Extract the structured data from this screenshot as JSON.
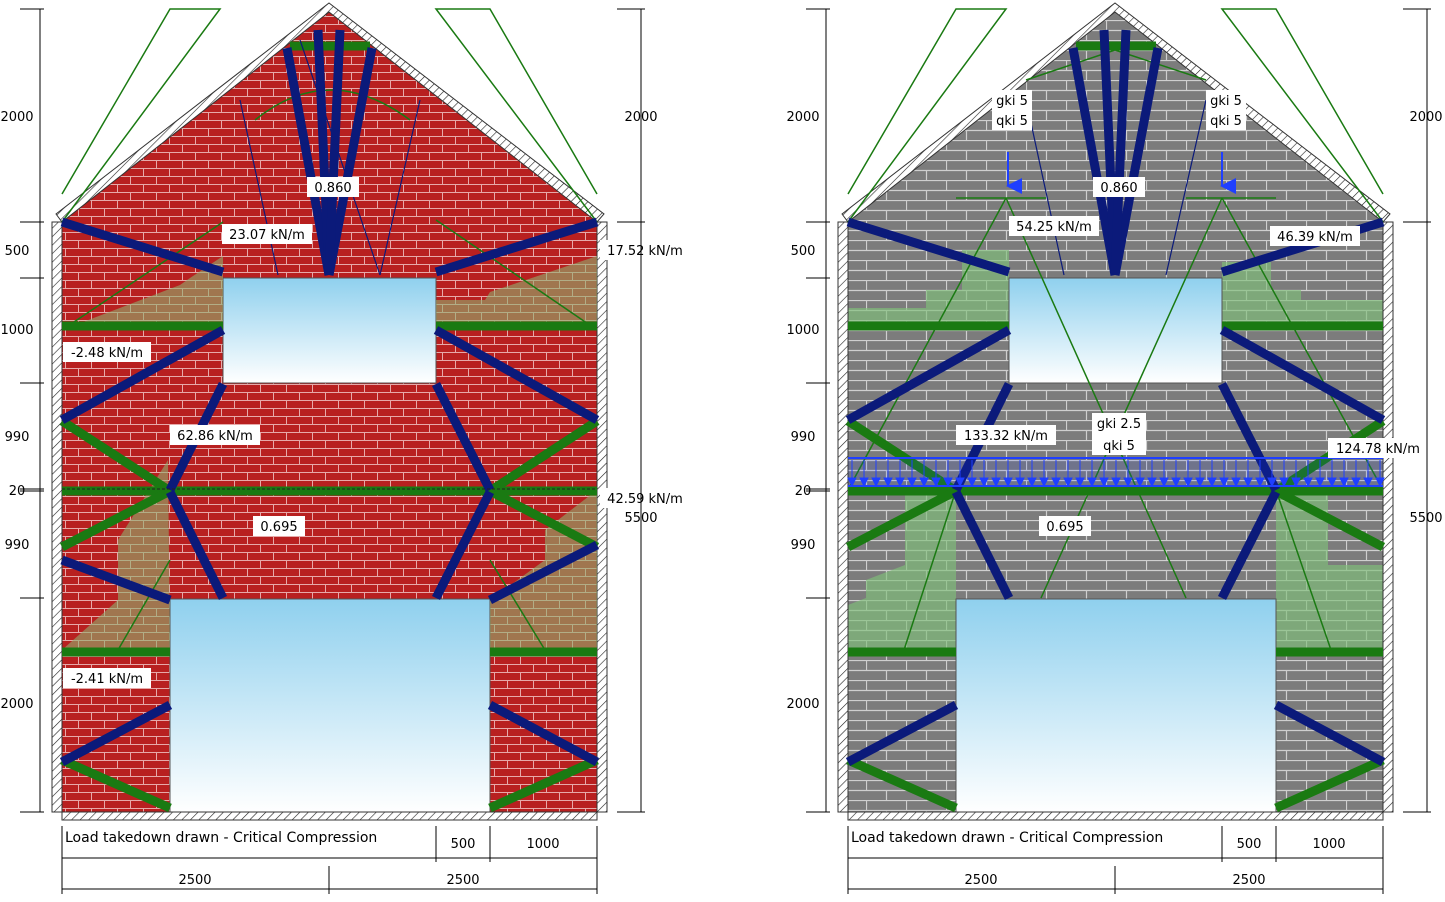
{
  "panels": [
    {
      "id": "left",
      "wall_material": "red-brick",
      "colors": {
        "wall": "#b82020",
        "mortar": "#e7a9a9"
      },
      "caption": "Load takedown drawn - Critical Compression",
      "left_dims": [
        "2000",
        "500",
        "1000",
        "990",
        "20",
        "990",
        "2000"
      ],
      "right_dims": [
        "2000",
        "5500"
      ],
      "bottom_dims_top": [
        "500",
        "1000"
      ],
      "bottom_dims": [
        "2500",
        "2500"
      ],
      "factors": [
        "0.860",
        "0.695"
      ],
      "load_labels": [
        "23.07 kN/m",
        "17.52 kN/m",
        "-2.48 kN/m",
        "62.86 kN/m",
        "42.59 kN/m",
        "-2.41 kN/m"
      ],
      "point_loads": [],
      "line_load": ""
    },
    {
      "id": "right",
      "wall_material": "grey-block",
      "colors": {
        "wall": "#7c7c7c",
        "mortar": "#cfcfcf"
      },
      "caption": "Load takedown drawn - Critical Compression",
      "left_dims": [
        "2000",
        "500",
        "1000",
        "990",
        "20",
        "990",
        "2000"
      ],
      "right_dims": [
        "2000",
        "5500"
      ],
      "bottom_dims_top": [
        "500",
        "1000"
      ],
      "bottom_dims": [
        "2500",
        "2500"
      ],
      "factors": [
        "0.860",
        "0.695"
      ],
      "load_labels": [
        "54.25 kN/m",
        "46.39 kN/m",
        "133.32 kN/m",
        "124.78 kN/m"
      ],
      "point_loads": [
        {
          "g": "gki 5",
          "q": "qki 5"
        },
        {
          "g": "gki 5",
          "q": "qki 5"
        }
      ],
      "line_load": {
        "g": "gki 2.5",
        "q": "qki 5"
      }
    }
  ],
  "legend_colors": {
    "compression_strut": "#0b1a7a",
    "tension_tie": "#1a7a12",
    "spread_zone": "#7fc07a",
    "opening_gradient": "#8fd0ee",
    "line_load_arrows": "#1f3fff"
  }
}
